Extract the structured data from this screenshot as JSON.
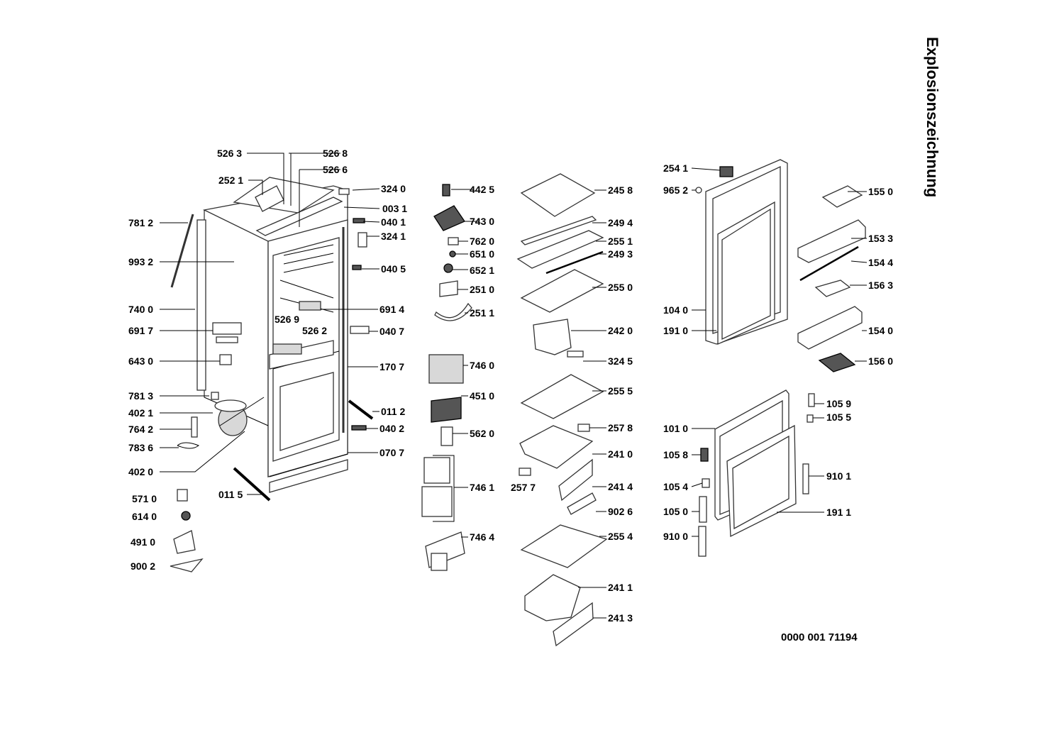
{
  "title": "Explosionszeichnung",
  "doc_number": "0000 001 71194",
  "callouts": {
    "p5263": "526 3",
    "p5268": "526 8",
    "p5266": "526 6",
    "p2521": "252 1",
    "p3240": "324 0",
    "p0031": "003 1",
    "p0401": "040 1",
    "p3241": "324 1",
    "p7812": "781 2",
    "p9932": "993 2",
    "p0405": "040 5",
    "p7400": "740 0",
    "p6914": "691 4",
    "p5269": "526 9",
    "p5262": "526 2",
    "p6917": "691 7",
    "p0407": "040 7",
    "p6430": "643 0",
    "p1707": "170 7",
    "p7813": "781 3",
    "p4021": "402 1",
    "p0112": "011 2",
    "p7642": "764 2",
    "p0402": "040 2",
    "p7836": "783 6",
    "p0707": "070 7",
    "p4020": "402 0",
    "p0115": "011 5",
    "p5710": "571 0",
    "p6140": "614 0",
    "p4910": "491 0",
    "p9002": "900 2",
    "p4425": "442 5",
    "p7430": "743 0",
    "p7620": "762 0",
    "p6510": "651 0",
    "p6521": "652 1",
    "p2510": "251 0",
    "p2511": "251 1",
    "p7460": "746 0",
    "p4510": "451 0",
    "p5620": "562 0",
    "p7461": "746 1",
    "p7464": "746 4",
    "p2458": "245 8",
    "p2494": "249 4",
    "p2551": "255 1",
    "p2493": "249 3",
    "p2550": "255 0",
    "p2420": "242 0",
    "p3245": "324 5",
    "p2555": "255 5",
    "p2578": "257 8",
    "p2410": "241 0",
    "p2577": "257 7",
    "p2414": "241 4",
    "p9026": "902 6",
    "p2554": "255 4",
    "p2411": "241 1",
    "p2413": "241 3",
    "p2541": "254 1",
    "p9652": "965 2",
    "p1040": "104 0",
    "p1910": "191 0",
    "p1010": "101 0",
    "p1058": "105 8",
    "p1054": "105 4",
    "p1050": "105 0",
    "p9100": "910 0",
    "p1550": "155 0",
    "p1533": "153 3",
    "p1544": "154 4",
    "p1563": "156 3",
    "p1540": "154 0",
    "p1560": "156 0",
    "p1059": "105 9",
    "p1055": "105 5",
    "p9101": "910 1",
    "p1911": "191 1"
  }
}
